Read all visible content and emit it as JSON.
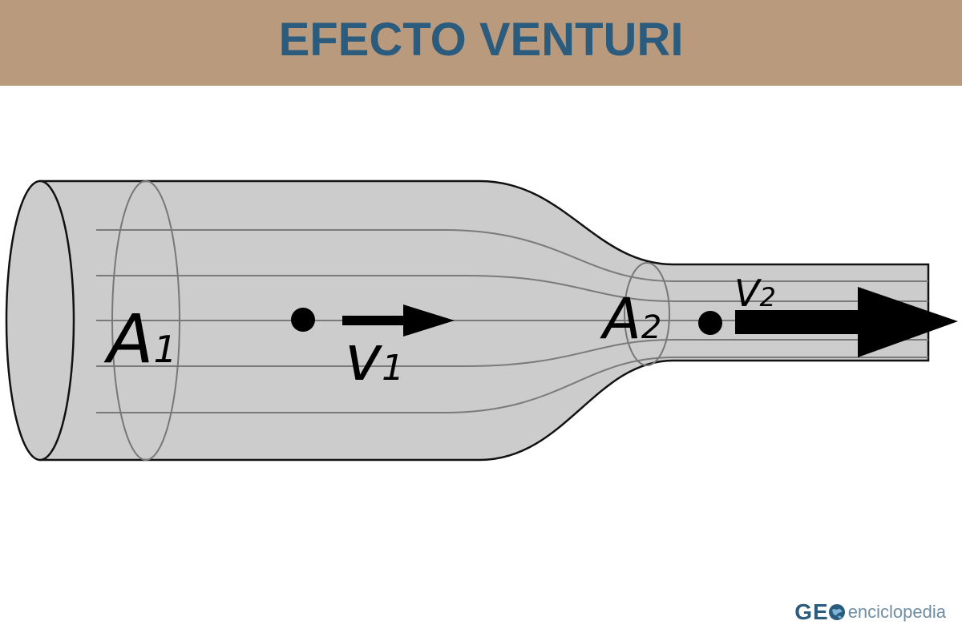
{
  "header": {
    "title": "EFECTO VENTURI"
  },
  "diagram": {
    "labels": {
      "area_1_letter": "A",
      "area_1_sub": "1",
      "area_2_letter": "A",
      "area_2_sub": "2",
      "velocity_1_letter": "v",
      "velocity_1_sub": "1",
      "velocity_2_letter": "V",
      "velocity_2_sub": "2"
    },
    "colors": {
      "tube_fill": "#cccccc",
      "tube_stroke": "#111111",
      "streamline": "#7a7a7a",
      "arrow": "#000000"
    }
  },
  "logo": {
    "geo": "GE",
    "text": "enciclopedia",
    "icon": "globe-icon"
  }
}
